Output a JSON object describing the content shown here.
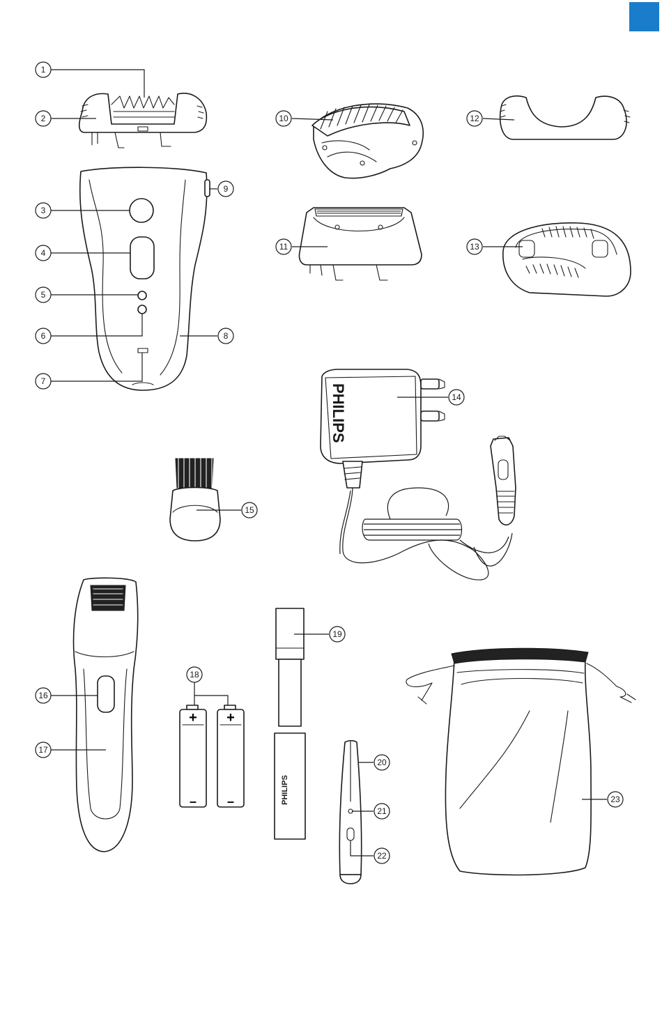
{
  "accent_color": "#1a7dcb",
  "callouts": [
    "1",
    "2",
    "3",
    "4",
    "5",
    "6",
    "7",
    "8",
    "9",
    "10",
    "11",
    "12",
    "13",
    "14",
    "15",
    "16",
    "17",
    "18",
    "19",
    "20",
    "21",
    "22",
    "23"
  ],
  "brand_text": "PHILIPS",
  "battery": {
    "plus": "+",
    "minus": "–"
  }
}
